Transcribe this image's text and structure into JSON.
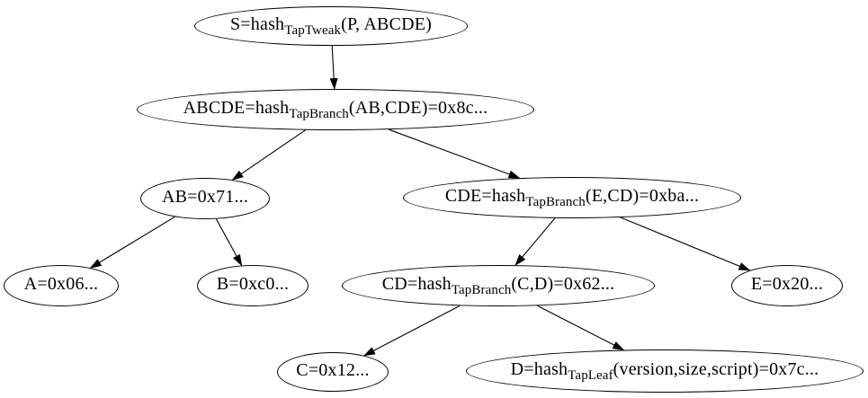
{
  "colors": {
    "background": "#ffffff",
    "node_stroke": "#000000",
    "edge_stroke": "#000000",
    "text": "#000000"
  },
  "nodes": {
    "S": {
      "pre": "S=hash",
      "sub": "TapTweak",
      "post": "(P, ABCDE)"
    },
    "ABCDE": {
      "pre": "ABCDE=hash",
      "sub": "TapBranch",
      "post": "(AB,CDE)=0x8c..."
    },
    "AB": {
      "pre": "AB=0x71...",
      "sub": "",
      "post": ""
    },
    "CDE": {
      "pre": "CDE=hash",
      "sub": "TapBranch",
      "post": "(E,CD)=0xba..."
    },
    "A": {
      "pre": "A=0x06...",
      "sub": "",
      "post": ""
    },
    "B": {
      "pre": "B=0xc0...",
      "sub": "",
      "post": ""
    },
    "CD": {
      "pre": "CD=hash",
      "sub": "TapBranch",
      "post": "(C,D)=0x62..."
    },
    "E": {
      "pre": "E=0x20...",
      "sub": "",
      "post": ""
    },
    "C": {
      "pre": "C=0x12...",
      "sub": "",
      "post": ""
    },
    "D": {
      "pre": "D=hash",
      "sub": "TapLeaf",
      "post": "(version,size,script)=0x7c..."
    }
  },
  "edges": [
    {
      "from": "S",
      "to": "ABCDE"
    },
    {
      "from": "ABCDE",
      "to": "AB"
    },
    {
      "from": "ABCDE",
      "to": "CDE"
    },
    {
      "from": "AB",
      "to": "A"
    },
    {
      "from": "AB",
      "to": "B"
    },
    {
      "from": "CDE",
      "to": "CD"
    },
    {
      "from": "CDE",
      "to": "E"
    },
    {
      "from": "CD",
      "to": "C"
    },
    {
      "from": "CD",
      "to": "D"
    }
  ]
}
